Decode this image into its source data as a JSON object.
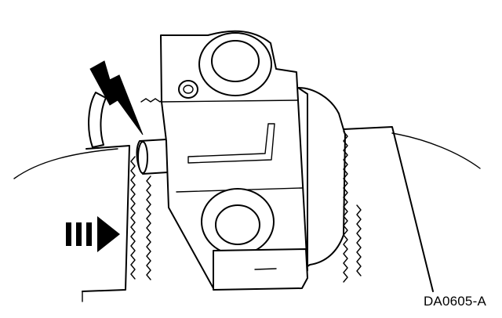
{
  "figure": {
    "reference_code": "DA0605-A",
    "colors": {
      "ink": "#000000",
      "paper": "#ffffff"
    },
    "callouts": [
      {
        "kind": "solid-arrow",
        "meaning": "point-of-attention"
      },
      {
        "kind": "dashed-arrow",
        "meaning": "direction-of-movement"
      }
    ]
  }
}
